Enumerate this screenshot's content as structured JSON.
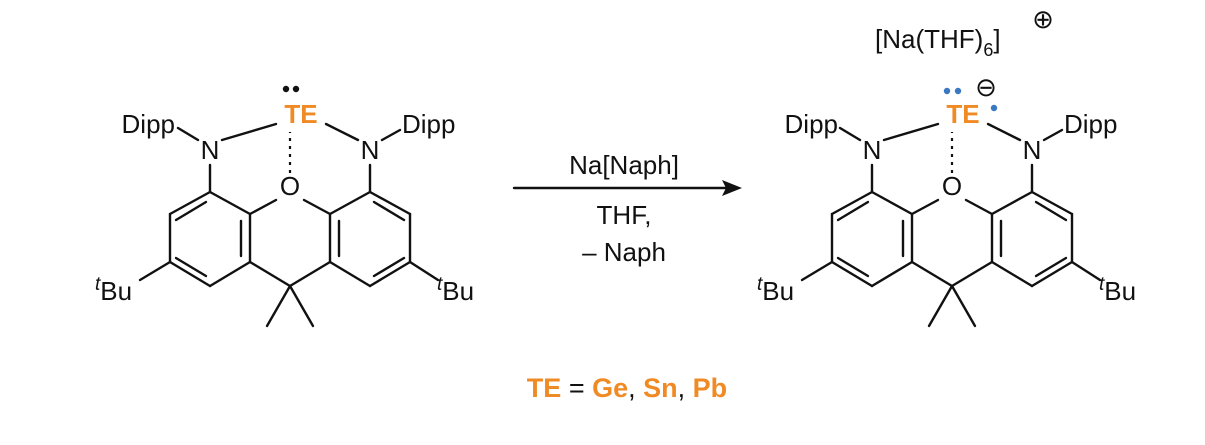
{
  "colors": {
    "accent": "#F08A24",
    "electron_blue": "#3A78C2",
    "ink": "#111111"
  },
  "molecule": {
    "substituent_n": "Dipp",
    "tbu_prefix": "t",
    "tbu_suffix": "Bu",
    "N": "N",
    "O": "O",
    "TE": "TE"
  },
  "reagent": {
    "top": "Na[Naph]",
    "solvent": "THF,",
    "byproduct": "– Naph"
  },
  "counterion": {
    "main": "[Na(THF)",
    "sub": "6",
    "close": "]",
    "charge": "⊕"
  },
  "anion_charge": "⊖",
  "footnote": {
    "te": "TE",
    "eq": " = ",
    "ge": "Ge",
    "sep1": ", ",
    "sn": "Sn",
    "sep2": ", ",
    "pb": "Pb"
  }
}
